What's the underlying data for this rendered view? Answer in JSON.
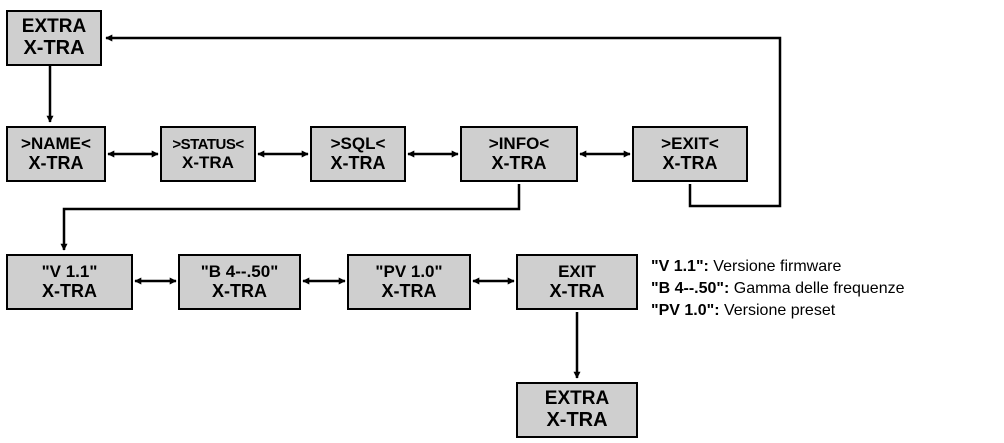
{
  "top_box": {
    "line1": "EXTRA",
    "line2": "X-TRA"
  },
  "menu_row": [
    {
      "line1": ">NAME<",
      "line2": "X-TRA"
    },
    {
      "line1": ">STATUS<",
      "line2": "X-TRA"
    },
    {
      "line1": ">SQL<",
      "line2": "X-TRA"
    },
    {
      "line1": ">INFO<",
      "line2": "X-TRA"
    },
    {
      "line1": ">EXIT<",
      "line2": "X-TRA"
    }
  ],
  "info_row": [
    {
      "line1": "\"V 1.1\"",
      "line2": "X-TRA"
    },
    {
      "line1": "\"B 4--.50\"",
      "line2": "X-TRA"
    },
    {
      "line1": "\"PV 1.0\"",
      "line2": "X-TRA"
    },
    {
      "line1": "EXIT",
      "line2": "X-TRA"
    }
  ],
  "bottom_box": {
    "line1": "EXTRA",
    "line2": "X-TRA"
  },
  "legend": [
    {
      "key": "\"V 1.1\":",
      "text": " Versione firmware"
    },
    {
      "key": "\"B 4--.50\":",
      "text": " Gamma delle frequenze"
    },
    {
      "key": "\"PV 1.0\":",
      "text": " Versione preset"
    }
  ]
}
